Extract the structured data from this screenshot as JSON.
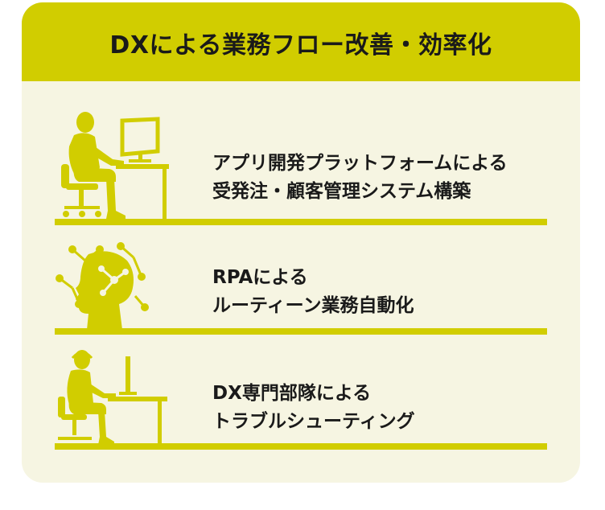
{
  "title": "DXによる業務フロー改善・効率化",
  "colors": {
    "accent": "#d1cd00",
    "card_bg": "#f6f5e2",
    "text": "#1a1a1a"
  },
  "items": [
    {
      "icon": "office-worker-icon",
      "line1": "アプリ開発プラットフォームによる",
      "line2": "受発注・顧客管理システム構築"
    },
    {
      "icon": "ai-head-network-icon",
      "line1": "RPAによる",
      "line2": "ルーティーン業務自動化"
    },
    {
      "icon": "support-operator-icon",
      "line1": "DX専門部隊による",
      "line2": "トラブルシューティング"
    }
  ]
}
